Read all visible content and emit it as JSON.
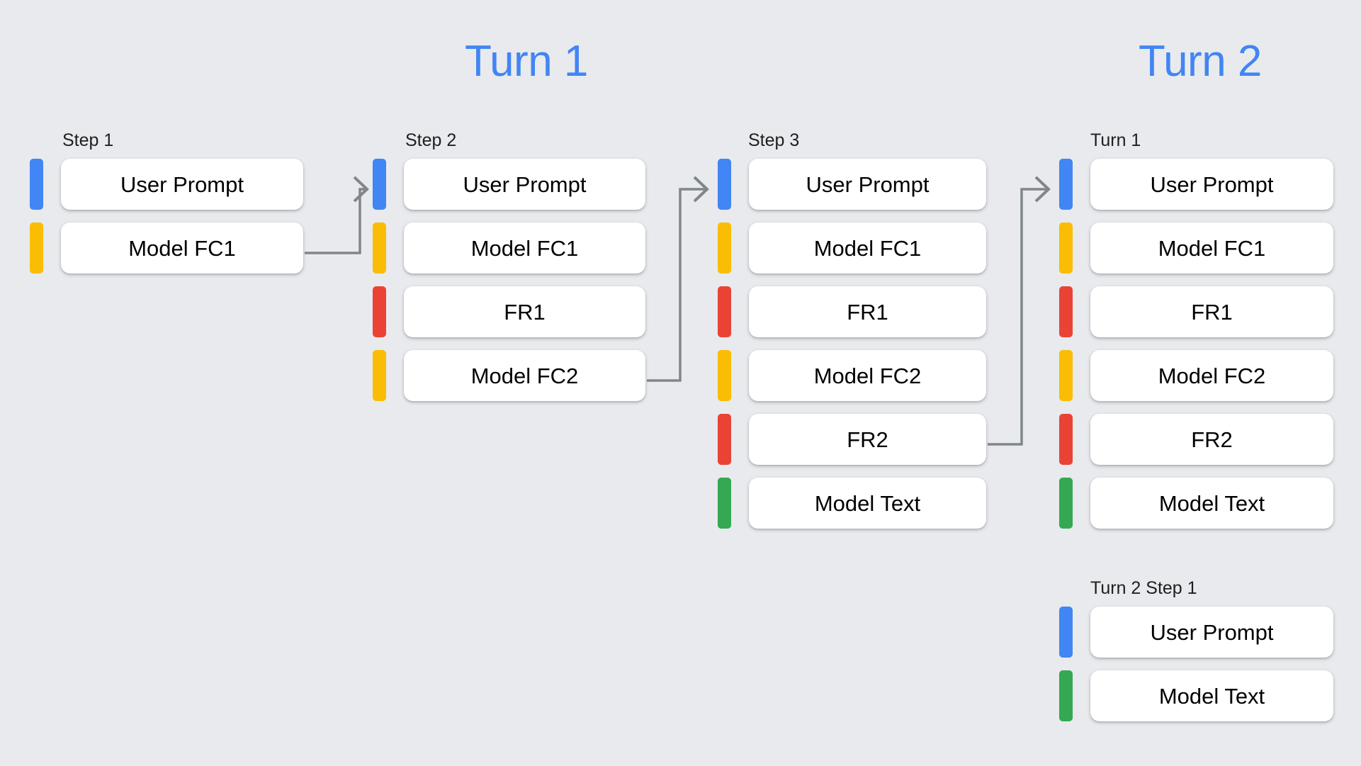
{
  "background_color": "#E8EAED",
  "palette": {
    "blue": "#4285F4",
    "yellow": "#FBBC04",
    "red": "#EA4335",
    "green": "#34A853",
    "connector": "#80868B",
    "card": "#FFFFFF",
    "text": "#000000"
  },
  "titles": [
    {
      "text": "Turn 1",
      "color": "#4285F4"
    },
    {
      "text": "Turn 2",
      "color": "#4285F4"
    }
  ],
  "columns": [
    {
      "label": "Step 1",
      "rows": [
        {
          "text": "User Prompt",
          "color": "blue"
        },
        {
          "text": "Model FC1",
          "color": "yellow"
        }
      ]
    },
    {
      "label": "Step 2",
      "rows": [
        {
          "text": "User Prompt",
          "color": "blue"
        },
        {
          "text": "Model FC1",
          "color": "yellow"
        },
        {
          "text": "FR1",
          "color": "red"
        },
        {
          "text": "Model FC2",
          "color": "yellow"
        }
      ]
    },
    {
      "label": "Step 3",
      "rows": [
        {
          "text": "User Prompt",
          "color": "blue"
        },
        {
          "text": "Model FC1",
          "color": "yellow"
        },
        {
          "text": "FR1",
          "color": "red"
        },
        {
          "text": "Model FC2",
          "color": "yellow"
        },
        {
          "text": "FR2",
          "color": "red"
        },
        {
          "text": "Model Text",
          "color": "green"
        }
      ]
    },
    {
      "label": "Turn 1",
      "rows": [
        {
          "text": "User Prompt",
          "color": "blue"
        },
        {
          "text": "Model FC1",
          "color": "yellow"
        },
        {
          "text": "FR1",
          "color": "red"
        },
        {
          "text": "Model FC2",
          "color": "yellow"
        },
        {
          "text": "FR2",
          "color": "red"
        },
        {
          "text": "Model Text",
          "color": "green"
        }
      ]
    },
    {
      "label": "Turn 2 Step 1",
      "rows": [
        {
          "text": "User Prompt",
          "color": "blue"
        },
        {
          "text": "Model Text",
          "color": "green"
        }
      ]
    }
  ],
  "connectors": [
    {
      "from": "step1-model-fc1",
      "to": "step2-user-prompt"
    },
    {
      "from": "step2-model-fc2",
      "to": "step3-user-prompt"
    },
    {
      "from": "step3-fr2",
      "to": "turn1-user-prompt"
    }
  ]
}
